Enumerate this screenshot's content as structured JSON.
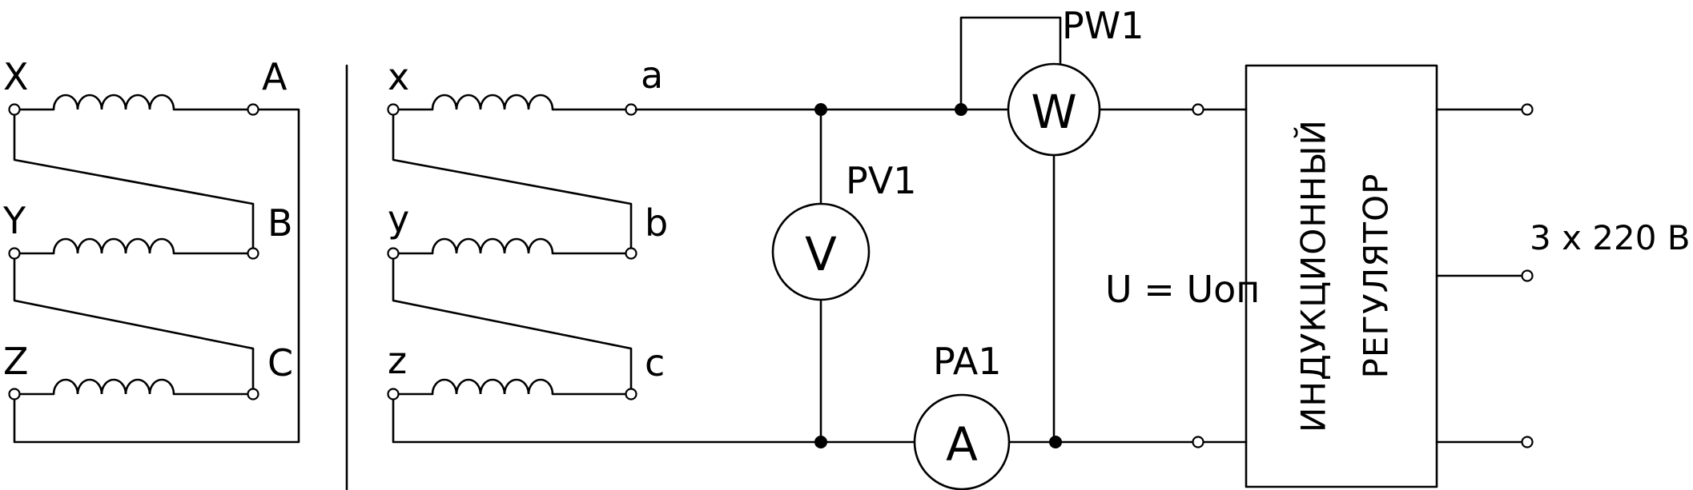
{
  "primary_winding": {
    "start_labels": [
      "X",
      "Y",
      "Z"
    ],
    "end_labels": [
      "A",
      "B",
      "C"
    ]
  },
  "secondary_winding": {
    "start_labels": [
      "x",
      "y",
      "z"
    ],
    "end_labels": [
      "a",
      "b",
      "c"
    ]
  },
  "meters": {
    "wattmeter": {
      "designation": "PW1",
      "symbol": "W"
    },
    "voltmeter": {
      "designation": "PV1",
      "symbol": "V"
    },
    "ammeter": {
      "designation": "PA1",
      "symbol": "A"
    }
  },
  "voltage_label": "U = Uоп",
  "regulator": {
    "line1": "ИНДУКЦИОННЫЙ",
    "line2": "РЕГУЛЯТОР"
  },
  "supply_label": "3 x 220 В"
}
